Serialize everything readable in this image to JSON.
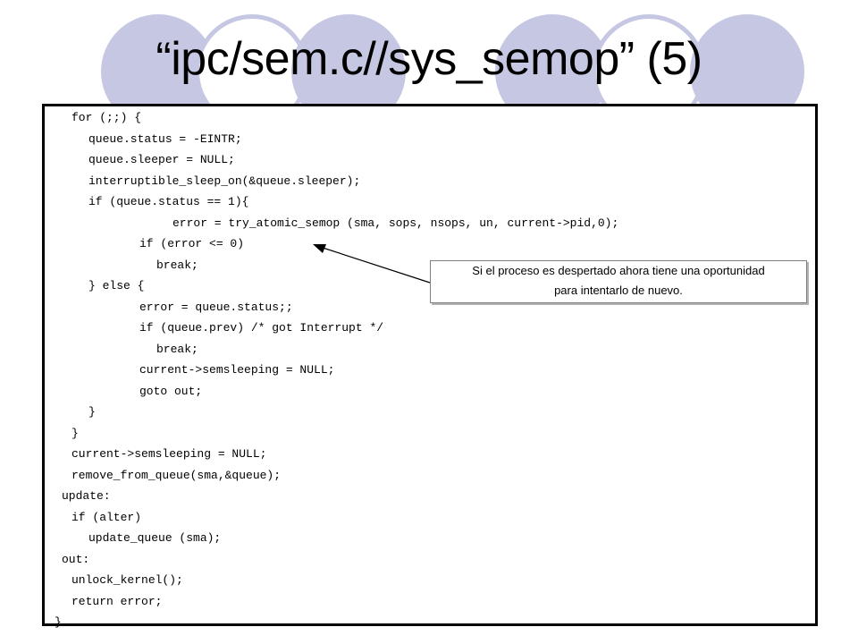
{
  "slide": {
    "title": "“ipc/sem.c//sys_semop” (5)",
    "colors": {
      "circle": "#c6c7e3",
      "border": "#000000",
      "background": "#ffffff"
    }
  },
  "code": {
    "lines": [
      "for (;;) {",
      "queue.status = -EINTR;",
      "queue.sleeper = NULL;",
      "interruptible_sleep_on(&queue.sleeper);",
      "if (queue.status == 1){",
      "error = try_atomic_semop (sma, sops, nsops, un, current->pid,0);",
      "if (error <= 0)",
      "break;",
      "} else {",
      "error = queue.status;;",
      "if (queue.prev) /* got Interrupt */",
      "break;",
      "current->semsleeping = NULL;",
      "goto out;",
      "}",
      "}",
      "current->semsleeping = NULL;",
      "remove_from_queue(sma,&queue);",
      "update:",
      "if (alter)",
      "update_queue (sma);",
      "out:",
      "unlock_kernel();",
      "return error;",
      "}"
    ]
  },
  "callout": {
    "line1": "Si el proceso es despertado ahora tiene una oportunidad",
    "line2": "para intentarlo  de nuevo."
  }
}
